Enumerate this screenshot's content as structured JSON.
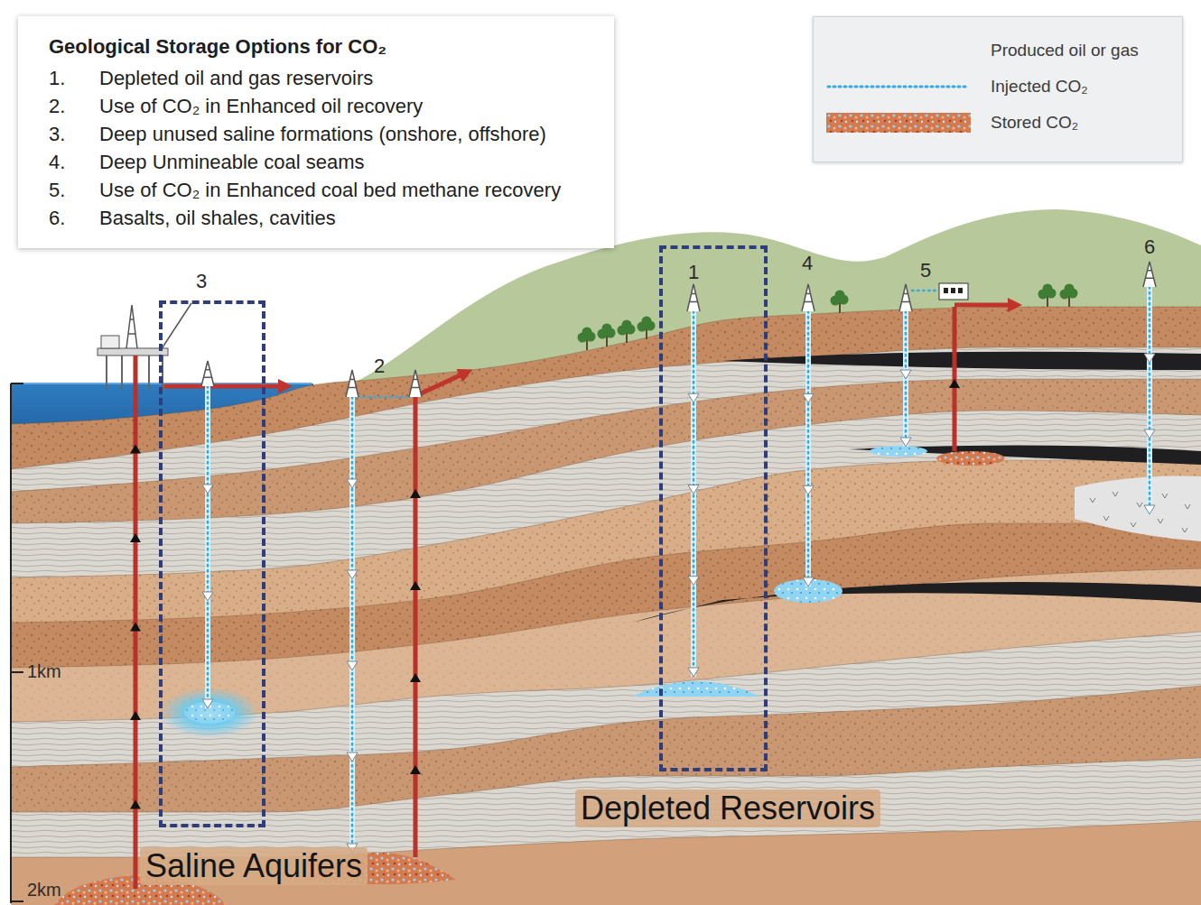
{
  "diagram": {
    "nodes": [
      {
        "text": [
          "Geological Storage Options for CO₂",
          "1.",
          "Depleted oil and gas reservoirs",
          "2.",
          "Use of CO₂ in Enhanced oil recovery",
          "3.",
          "Deep unused saline formations (onshore, offshore)",
          "4.",
          "Deep Unmineable coal seams",
          "5.",
          "Use of CO₂ in Enhanced coal bed methane recovery",
          "6.",
          "Basalts, oil shales, cavities"
        ]
      },
      {
        "text": [
          "Saline Aquifers"
        ]
      },
      {
        "text": [
          "Depleted Reservoirs"
        ]
      }
    ],
    "labels": [
      "3",
      "2",
      "1",
      "4",
      "5",
      "6",
      "1km",
      "2km"
    ],
    "legend": [
      {
        "text": "Produced oil or gas"
      },
      {
        "text": "Injected CO₂"
      },
      {
        "text": "Stored CO₂"
      }
    ]
  }
}
